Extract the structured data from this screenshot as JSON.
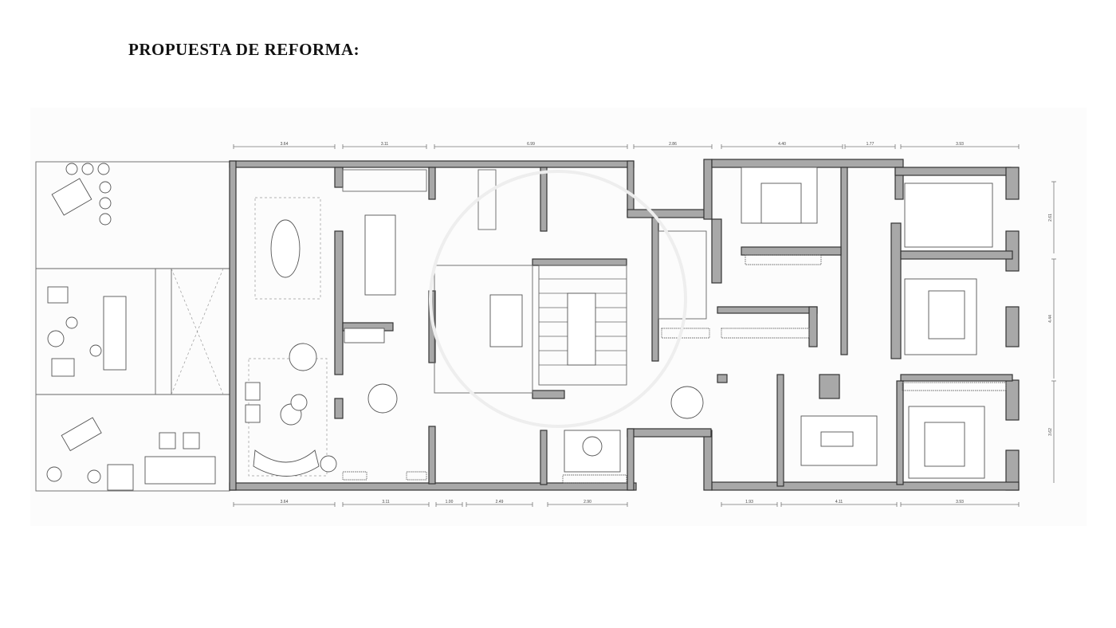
{
  "title": "PROPUESTA DE REFORMA:",
  "dimensions": {
    "top": [
      "3.64",
      "3.11",
      "6.99",
      "2.86",
      "4.40",
      "1.77",
      "3.93"
    ],
    "bottom": [
      "3.64",
      "3.11",
      "1.00",
      "2.49",
      "2.90",
      "1.93",
      "4.11",
      "3.93"
    ],
    "right": [
      "2.61",
      "4.44",
      "3.62"
    ]
  },
  "colors": {
    "wall": "#a8a8a8",
    "line": "#555555"
  }
}
